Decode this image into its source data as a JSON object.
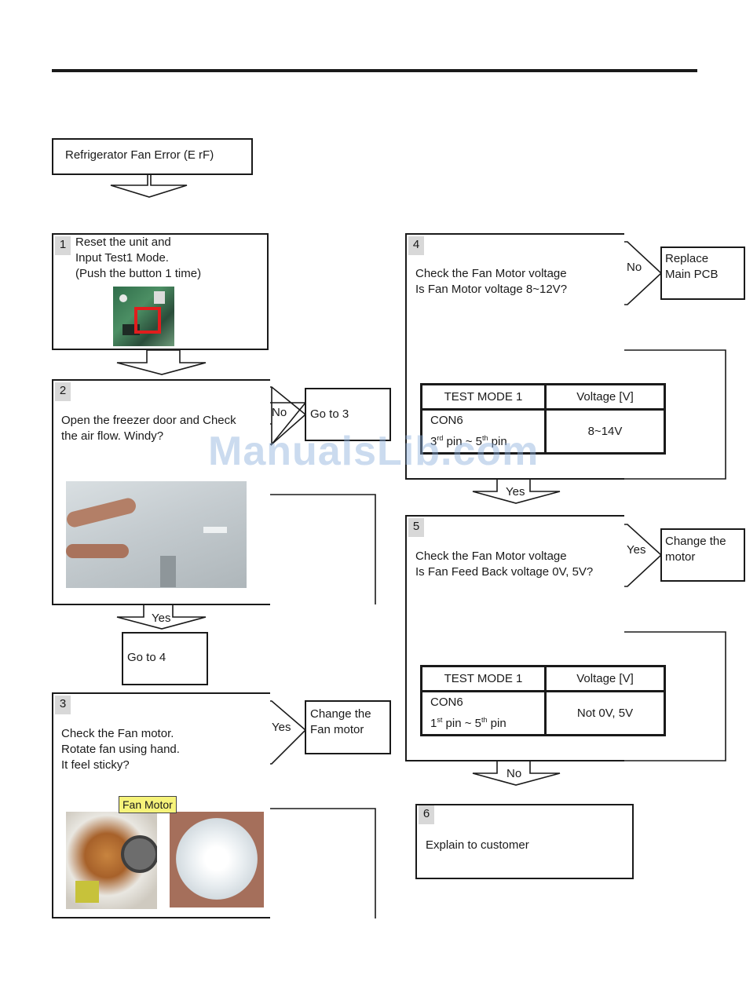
{
  "start": {
    "title": "Refrigerator  Fan Error (E rF)"
  },
  "step1": {
    "number": "1",
    "line1": "Reset the unit and",
    "line2": "Input Test1  Mode.",
    "line3": "(Push the button  1 time)"
  },
  "step2": {
    "number": "2",
    "line1": "Open the freezer door and Check",
    "line2": "the air flow. Windy?",
    "no_label": "No",
    "no_result": "Go to 3",
    "yes_label": "Yes",
    "yes_result": "Go to 4"
  },
  "step3": {
    "number": "3",
    "line1": "Check the Fan motor.",
    "line2": "Rotate fan using hand.",
    "line3": "It feel sticky?",
    "yes_label": "Yes",
    "yes_result_line1": "Change the",
    "yes_result_line2": "Fan motor",
    "photo_tag": "Fan Motor"
  },
  "step4": {
    "number": "4",
    "line1": "Check the Fan Motor voltage",
    "line2": "Is Fan Motor voltage  8~12V?",
    "no_label": "No",
    "no_result_line1": "Replace",
    "no_result_line2": "Main PCB",
    "yes_label": "Yes",
    "table": {
      "col1_header": "TEST MODE 1",
      "col2_header": "Voltage [V]",
      "row_con": "CON6",
      "row_pin_a": "3",
      "row_pin_a_sup": "rd",
      "row_pin_mid": " pin ~ 5",
      "row_pin_b_sup": "th",
      "row_pin_end": " pin",
      "value": "8~14V"
    }
  },
  "step5": {
    "number": "5",
    "line1": "Check the Fan Motor voltage",
    "line2": "Is Fan Feed Back voltage 0V, 5V?",
    "yes_label": "Yes",
    "yes_result_line1": "Change the",
    "yes_result_line2": "motor",
    "no_label": "No",
    "table": {
      "col1_header": "TEST MODE 1",
      "col2_header": "Voltage [V]",
      "row_con": "CON6",
      "row_pin_a": "1",
      "row_pin_a_sup": "st",
      "row_pin_mid": " pin ~ 5",
      "row_pin_b_sup": "th",
      "row_pin_end": " pin",
      "value": "Not 0V, 5V"
    }
  },
  "step6": {
    "number": "6",
    "text": "Explain to customer"
  },
  "watermark": "ManualsLib.com"
}
